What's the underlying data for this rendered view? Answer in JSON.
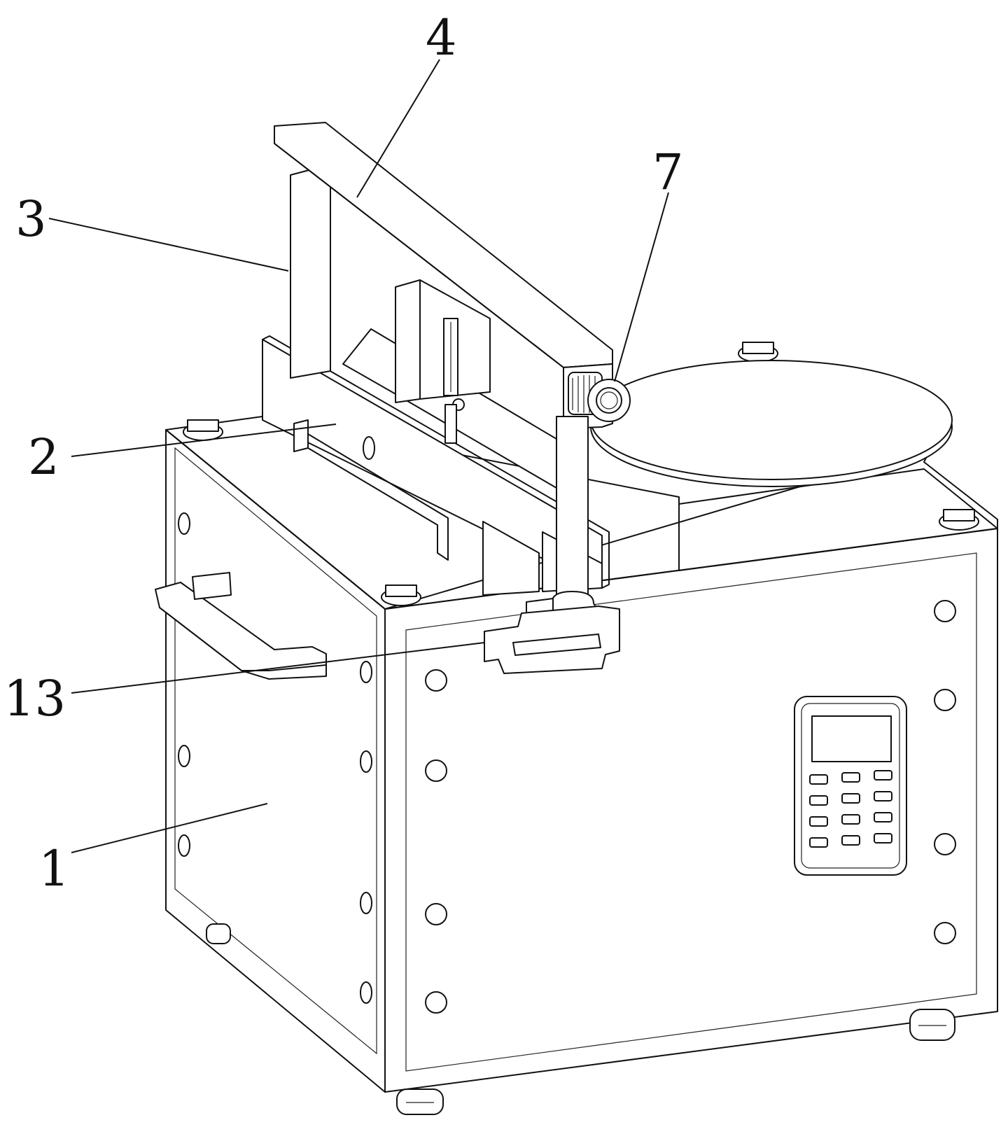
{
  "labels": {
    "l1": "1",
    "l2": "2",
    "l3": "3",
    "l4": "4",
    "l7": "7",
    "l13": "13"
  }
}
